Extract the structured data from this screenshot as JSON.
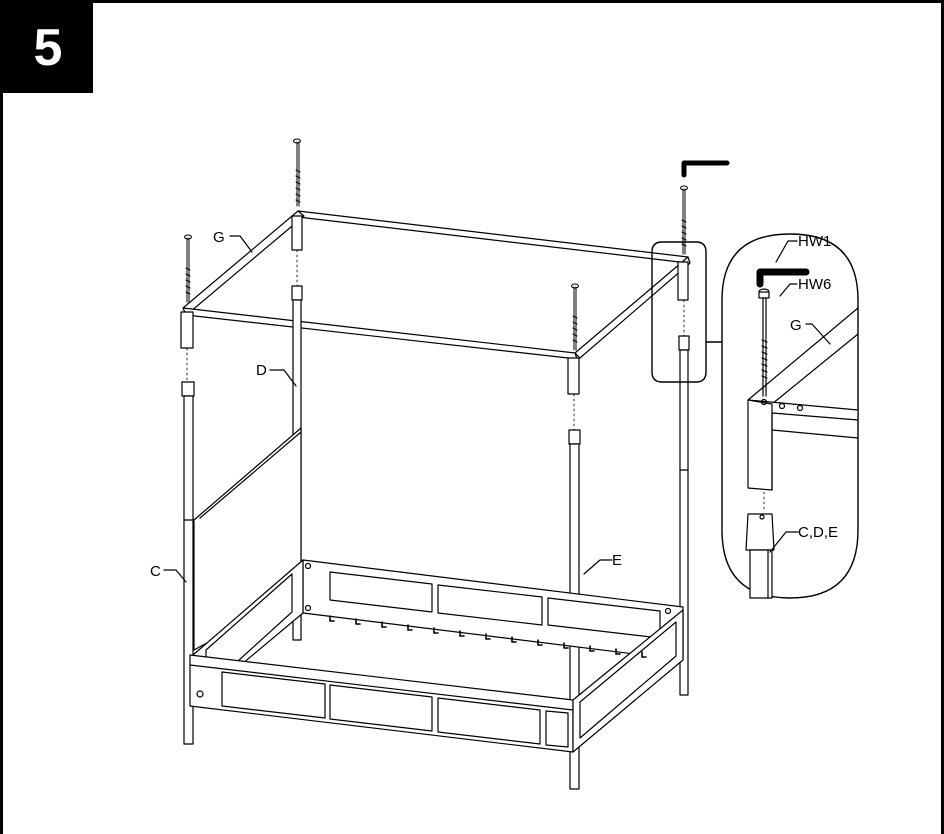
{
  "step": {
    "number": "5"
  },
  "labels": {
    "g_main": "G",
    "d": "D",
    "c": "C",
    "e": "E",
    "hw1": "HW1",
    "hw6": "HW6",
    "g_detail": "G",
    "cde": "C,D,E"
  },
  "colors": {
    "ink": "#000000",
    "background": "#ffffff",
    "step_badge": "#000000"
  }
}
